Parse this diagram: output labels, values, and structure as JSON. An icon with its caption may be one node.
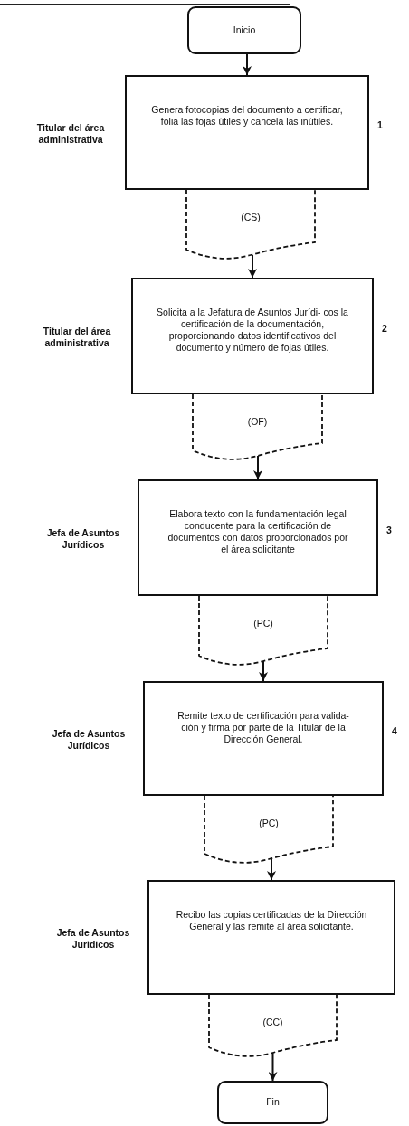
{
  "diagram": {
    "nodes": [
      {
        "text": [
          "Inicio"
        ]
      },
      {
        "text": [
          "Genera fotocopias del documento a certificar, folia las fojas útiles y cancela las inútiles."
        ],
        "beside": [
          "Titular del área administrativa",
          "1"
        ]
      },
      {
        "text": [
          "(CS)"
        ]
      },
      {
        "text": [
          "Solicita a la Jefatura de Asuntos Jurídi- cos la certificación de la documentación, proporcionando datos identificativos del documento y número de fojas útiles."
        ],
        "beside": [
          "Titular del área administrativa",
          "2"
        ]
      },
      {
        "text": [
          "(OF)"
        ]
      },
      {
        "text": [
          "Elabora texto con la fundamentación legal conducente para la certificación de documentos con datos proporcionados por el área solicitante"
        ],
        "beside": [
          "Jefa de Asuntos Jurídicos",
          "3"
        ]
      },
      {
        "text": [
          "(PC)"
        ]
      },
      {
        "text": [
          "Remite texto de certificación para valida- ción y firma por parte de la Titular de la Dirección General."
        ],
        "beside": [
          "Jefa de Asuntos Jurídicos",
          "4"
        ]
      },
      {
        "text": [
          "(PC)"
        ]
      },
      {
        "text": [
          "Recibo las copias certificadas de la Dirección General y las remite al área solicitante."
        ],
        "beside": [
          "Jefa de Asuntos Jurídicos"
        ]
      },
      {
        "text": [
          "(CC)"
        ]
      },
      {
        "text": [
          "Fin"
        ]
      }
    ],
    "edges": [
      {
        "from": 0,
        "to": 1,
        "arrow": "to"
      },
      {
        "from": 2,
        "to": 3,
        "arrow": "to"
      },
      {
        "from": 4,
        "to": 5,
        "arrow": "to"
      },
      {
        "from": 6,
        "to": 7,
        "arrow": "to"
      },
      {
        "from": 8,
        "to": 9,
        "arrow": "to"
      },
      {
        "from": 10,
        "to": 11,
        "arrow": "to"
      }
    ]
  }
}
